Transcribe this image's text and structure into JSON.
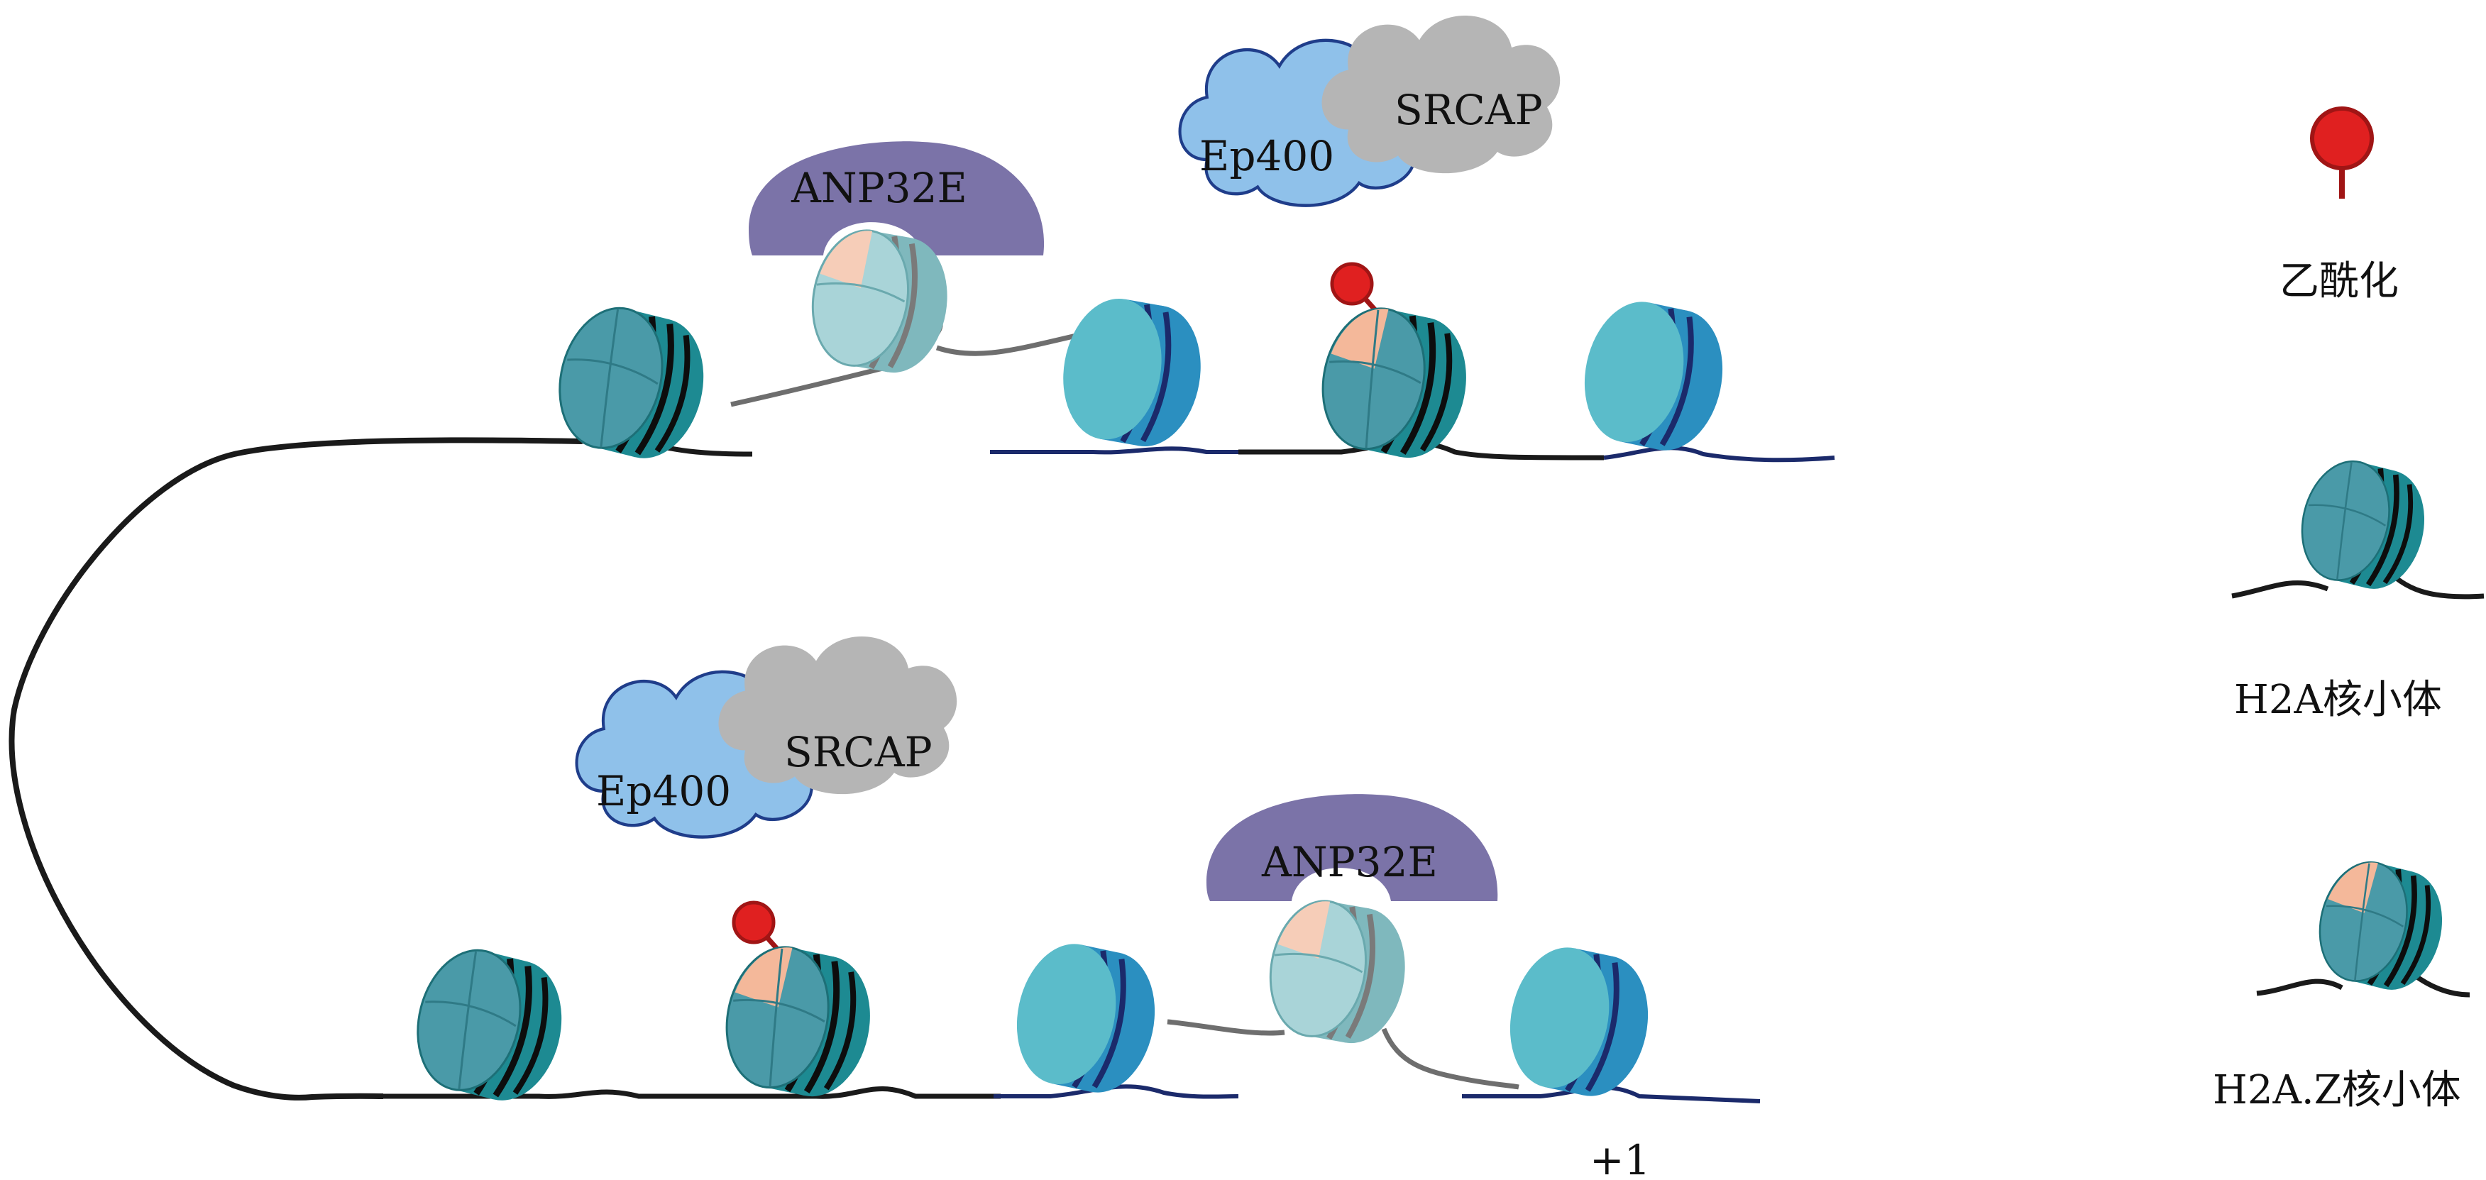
{
  "colors": {
    "dna": "#1a1a1a",
    "dna_blue": "#1b2a6b",
    "dna_gray": "#6e6e6e",
    "teal": "#2a9ea6",
    "teal_dark": "#1d7f86",
    "light_teal": "#5bbcca",
    "h2a_face": "#4a9aa8",
    "anp32e": "#7b73a8",
    "ep400": "#8fc1ea",
    "ep400_border": "#1f3d8a",
    "srcap": "#b5b5b5",
    "acetyl": "#e02020",
    "acetyl_stem": "#a01515",
    "h2az_patch": "#f4b89a"
  },
  "complexes": {
    "anp32e_label": "ANP32E",
    "ep400_label": "Ep400",
    "srcap_label": "SRCAP"
  },
  "markers": {
    "plus_one": "+1"
  },
  "legend": {
    "acetylation": "乙酰化",
    "h2a_nucleosome": "H2A核小体",
    "h2az_nucleosome": "H2A.Z核小体"
  }
}
